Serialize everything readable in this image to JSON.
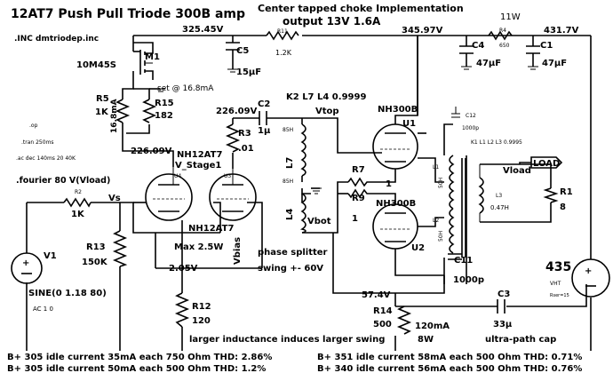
{
  "header": {
    "title": "12AT7 Push Pull Triode 300B amp",
    "subtitle1": "Center tapped choke  Implementation",
    "subtitle2": "output 13V  1.6A"
  },
  "directives": {
    "inc": ".INC dmtriodep.inc",
    "op": ".op",
    "tran": ".tran 250ms",
    "ac": ".ac dec 140ms 20 40K",
    "fourier": ".fourier  80 V(Vload)"
  },
  "components": {
    "m1": {
      "name": "M1",
      "model": "10M45S",
      "note": "set @ 16.8mA"
    },
    "r5": {
      "name": "R5",
      "value": "1K",
      "current": "16.8mA"
    },
    "r15": {
      "name": "R15",
      "value": "182"
    },
    "r11": {
      "name": "R11",
      "value": "1.2K"
    },
    "c5": {
      "name": "C5",
      "value": "15µF"
    },
    "c4": {
      "name": "C4",
      "value": "47µF"
    },
    "c1": {
      "name": "C1",
      "value": "47µF"
    },
    "r4": {
      "name": "R4",
      "value": "650"
    },
    "l11": {
      "name": "11W"
    },
    "c2": {
      "name": "C2",
      "value": "1µ"
    },
    "r3": {
      "name": "R3",
      "value": ".01"
    },
    "u4": {
      "name": "U4"
    },
    "u3": {
      "name": "U3"
    },
    "stage1": {
      "label": "NH12AT7",
      "label2": "V_Stage1"
    },
    "stage2": {
      "label": "NH12AT7"
    },
    "k2": {
      "label": "K2 L7 L4 0.9999"
    },
    "l7": {
      "name": "L7",
      "value": "85H"
    },
    "l4": {
      "name": "L4",
      "value": "85H"
    },
    "r7": {
      "name": "R7",
      "value": "1"
    },
    "r9": {
      "name": "R9",
      "value": "1"
    },
    "u1": {
      "name": "U1",
      "model": "NH300B"
    },
    "u2": {
      "name": "U2",
      "model": "NH300B"
    },
    "k1": {
      "label": "K1 L1 L2 L3 0.9995"
    },
    "c12": {
      "name": "C12",
      "value": "1000p"
    },
    "l1": {
      "name": "L1",
      "value": "50H"
    },
    "l2": {
      "name": "L2",
      "value": "50H"
    },
    "l3": {
      "name": "L3",
      "value": "0.47H"
    },
    "c11": {
      "name": "C11",
      "value": "1000p"
    },
    "r1": {
      "name": "R1",
      "value": "8"
    },
    "load": {
      "label": "LOAD",
      "node": "Vload"
    },
    "vht": {
      "name": "VHT",
      "value": "435",
      "rser": "Rser=15"
    },
    "v1": {
      "name": "V1",
      "value": "SINE(0 1.18 80)",
      "ac": "AC 1 0"
    },
    "r2": {
      "name": "R2",
      "value": "1K",
      "node": "Vs"
    },
    "r13": {
      "name": "R13",
      "value": "150K"
    },
    "r12": {
      "name": "R12",
      "value": "120"
    },
    "r14": {
      "name": "R14",
      "value": "500",
      "current": "120mA",
      "power": "8W"
    },
    "c3": {
      "name": "C3",
      "value": "33µ",
      "note": "ultra-path cap"
    }
  },
  "nodes": {
    "n1": "325.45V",
    "n2": "345.97V",
    "n3": "431.7V",
    "n4": "226.09V",
    "n5": "226.09V",
    "n6": "2.05V",
    "n7": "57.4V",
    "vtop": "Vtop",
    "vbot": "Vbot",
    "vbias": "Vbias"
  },
  "annotations": {
    "max": "Max 2.5W",
    "phase": "phase splitter",
    "swing": "swing +- 60V",
    "inductance": "larger inductance induces larger swing"
  },
  "results": [
    "B+ 305 idle current 35mA each 750 Ohm THD: 2.86%",
    "B+ 305 idle current 50mA each 500 Ohm THD: 1.2%",
    "B+ 351 idle current 58mA each 500 Ohm THD: 0.71%",
    "B+ 340 idle current 56mA each 500 Ohm THD: 0.76%"
  ]
}
